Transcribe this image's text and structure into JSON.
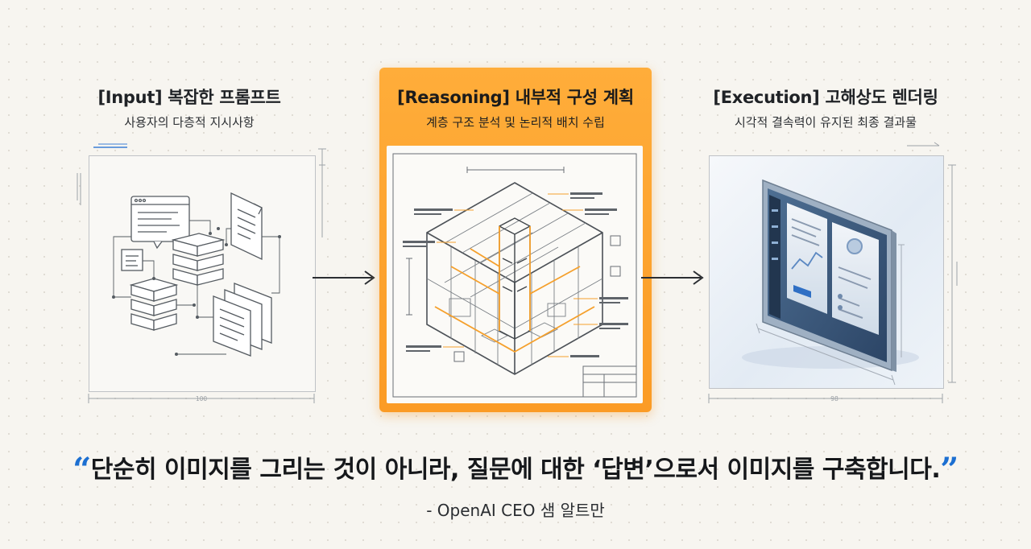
{
  "panels": {
    "input": {
      "title": "[Input] 복잡한 프롬프트",
      "subtitle": "사용자의 다층적 지시사항",
      "dimension_label": "100"
    },
    "reasoning": {
      "title": "[Reasoning] 내부적 구성 계획",
      "subtitle": "계층 구조 분석 및 논리적 배치 수립"
    },
    "execution": {
      "title": "[Execution] 고해상도 렌더링",
      "subtitle": "시각적 결속력이 유지된 최종 결과물",
      "dimension_label": "98"
    }
  },
  "quote": {
    "open_mark": "“",
    "text": "단순히 이미지를 그리는 것이 아니라, 질문에 대한 ‘답변’으로서 이미지를 구축합니다.",
    "close_mark": "”",
    "attribution": "- OpenAI CEO 샘 알트만"
  },
  "colors": {
    "accent_orange": "#fb9b25",
    "quote_mark_blue": "#1c6fd1",
    "line_gray": "#5b6066",
    "annotation_orange": "#f5a02c"
  },
  "icons": {
    "input": "documents-and-database-sketch-icon",
    "reasoning": "isometric-building-blueprint-icon",
    "execution": "tablet-device-icon",
    "flow": "arrow-right-icon"
  }
}
